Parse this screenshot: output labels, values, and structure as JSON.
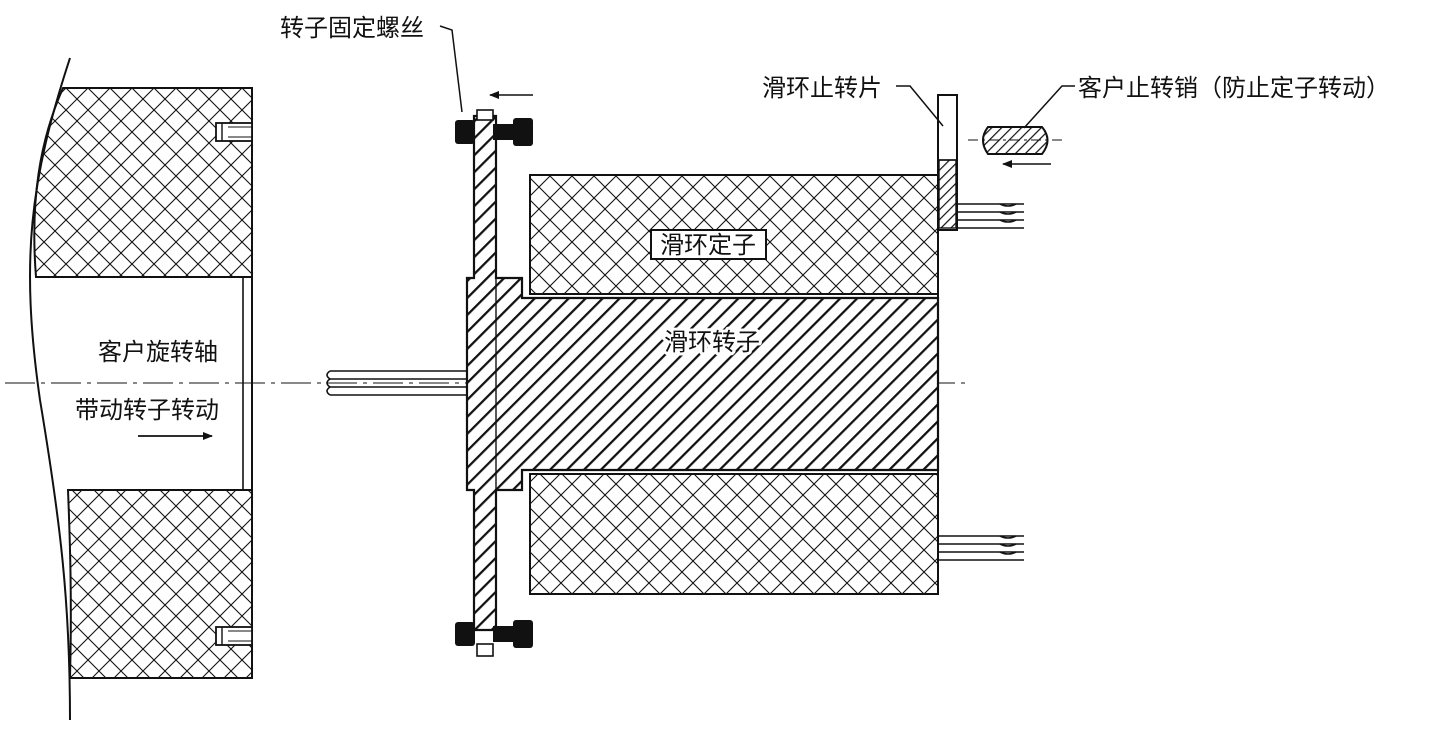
{
  "labels": {
    "rotor_screw": "转子固定螺丝",
    "stop_tab": "滑环止转片",
    "customer_pin": "客户止转销（防止定子转动）",
    "stator": "滑环定子",
    "rotor": "滑环转子",
    "shaft_line1": "客户旋转轴",
    "shaft_line2": "带动转子转动"
  },
  "colors": {
    "line": "#111111",
    "background": "#ffffff"
  }
}
